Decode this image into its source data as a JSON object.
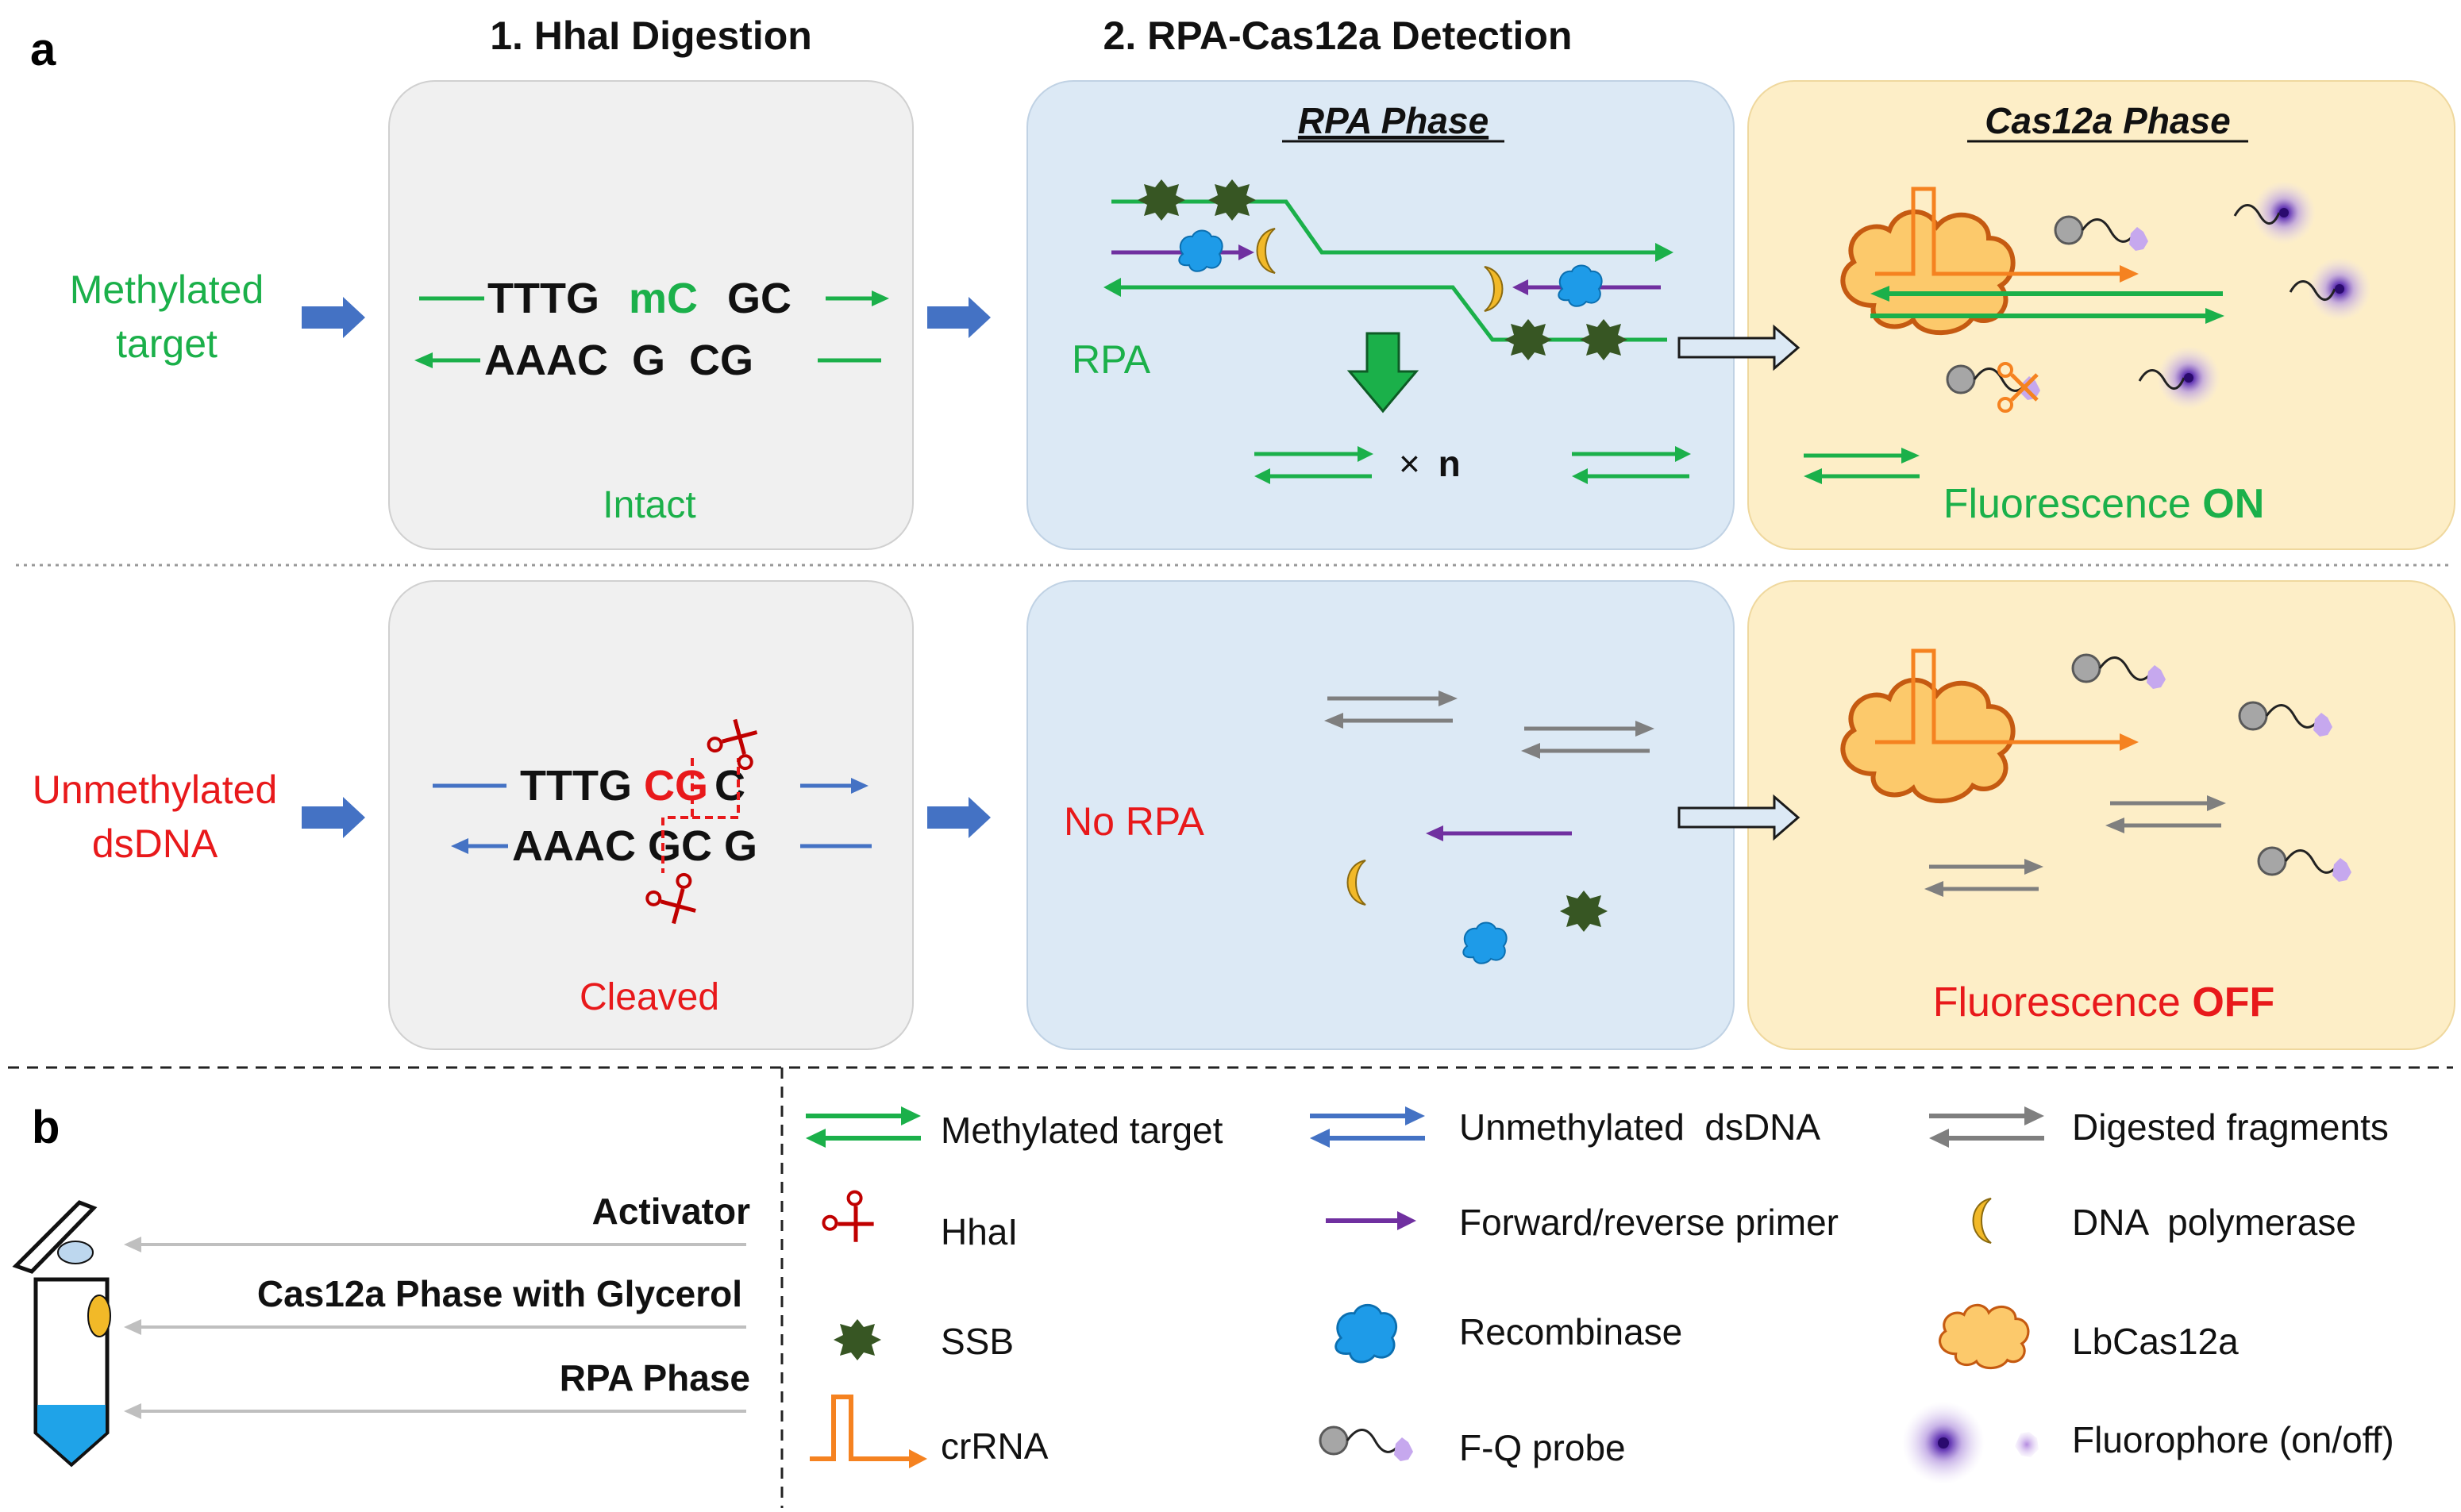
{
  "panel_a": {
    "label": "a",
    "step1_title": "1. HhaI Digestion",
    "step2_title": "2. RPA-Cas12a Detection",
    "rpa_phase_title": "RPA Phase",
    "cas_phase_title": "Cas12a Phase",
    "row1": {
      "input_line1": "Methylated",
      "input_line2": "target",
      "seq_top_a": "TTTG",
      "seq_top_b": "mC",
      "seq_top_c": "GC",
      "seq_bottom": "AAAC  G  CG",
      "digest_status": "Intact",
      "rpa_label": "RPA",
      "amplify_times": "×",
      "amplify_n": "n",
      "fluor_text": "Fluorescence ",
      "fluor_state": "ON"
    },
    "row2": {
      "input_line1": "Unmethylated",
      "input_line2": "dsDNA",
      "seq_top_a": "TTTG ",
      "seq_top_b": "CG",
      "seq_top_c": "C",
      "seq_bottom": "AAAC GC G",
      "digest_status": "Cleaved",
      "rpa_label": "No RPA",
      "fluor_text": "Fluorescence ",
      "fluor_state": "OFF"
    }
  },
  "panel_b": {
    "label": "b",
    "tube_labels": [
      "Activator",
      "Cas12a Phase with Glycerol",
      "RPA Phase"
    ],
    "legend": [
      {
        "label": "Methylated target",
        "icon": "green-double-arrow-icon"
      },
      {
        "label": "Unmethylated  dsDNA",
        "icon": "blue-double-arrow-icon"
      },
      {
        "label": "Digested fragments",
        "icon": "gray-double-arrow-icon"
      },
      {
        "label": "HhaI",
        "icon": "scissors-icon"
      },
      {
        "label": "Forward/reverse primer",
        "icon": "purple-arrow-icon"
      },
      {
        "label": "DNA  polymerase",
        "icon": "crescent-icon"
      },
      {
        "label": "SSB",
        "icon": "ssb-star-icon"
      },
      {
        "label": "Recombinase",
        "icon": "recombinase-blob-icon"
      },
      {
        "label": "LbCas12a",
        "icon": "cas12a-cloud-icon"
      },
      {
        "label": "crRNA",
        "icon": "crrna-icon"
      },
      {
        "label": "F-Q probe",
        "icon": "fq-probe-icon"
      },
      {
        "label": "Fluorophore (on/off)",
        "icon": "fluorophore-icon"
      }
    ]
  },
  "colors": {
    "green": "#1bb04a",
    "red": "#e8191b",
    "blue_arrow": "#4472c4",
    "gray": "#7f7f7f",
    "purple": "#7030a0",
    "orange": "#f58220",
    "panel_gray": "#f0f0f0",
    "panel_blue": "#dce9f5",
    "panel_yellow": "#fdeec7",
    "ssb": "#375623",
    "recombinase": "#1e9be8",
    "polymerase": "#f2b928",
    "cas12a": "#fcc96b"
  }
}
